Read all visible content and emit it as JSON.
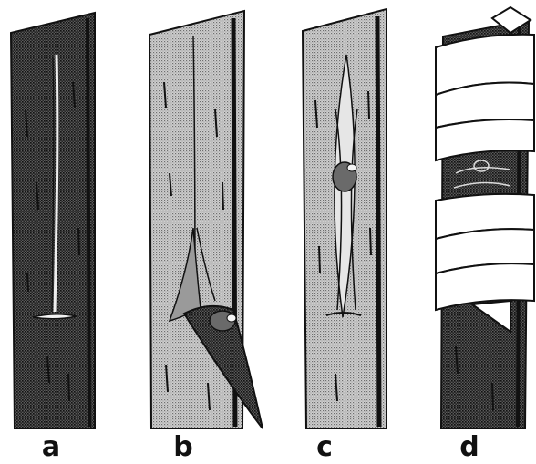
{
  "figure": {
    "panels": [
      {
        "label": "a"
      },
      {
        "label": "b"
      },
      {
        "label": "c"
      },
      {
        "label": "d"
      }
    ]
  },
  "colors": {
    "ink": "#111111",
    "bark_dark": "#3a3a3a",
    "bark_light": "#bdbdbd",
    "wood_exposed": "#f2f2f2",
    "tape": "#ffffff"
  }
}
